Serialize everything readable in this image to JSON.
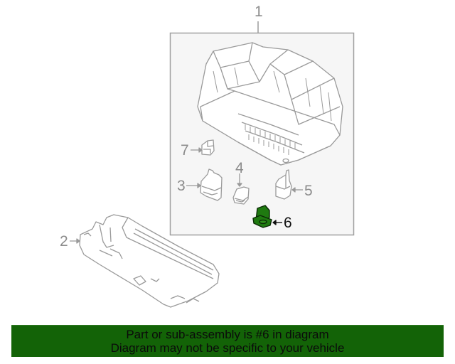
{
  "diagram": {
    "callouts": [
      {
        "id": "1",
        "label": "1"
      },
      {
        "id": "2",
        "label": "2"
      },
      {
        "id": "3",
        "label": "3"
      },
      {
        "id": "4",
        "label": "4"
      },
      {
        "id": "5",
        "label": "5"
      },
      {
        "id": "6",
        "label": "6",
        "highlighted": true
      },
      {
        "id": "7",
        "label": "7"
      }
    ],
    "colors": {
      "line_art": "#9a9a9a",
      "detail_box_border": "#a0a0a0",
      "detail_box_fill": "#f6f6f6",
      "highlight_part": "#1f7a10",
      "highlight_outline": "#0a2a05"
    }
  },
  "banner": {
    "line1": "Part or sub-assembly is #6 in diagram",
    "line2": "Diagram may not be specific to your vehicle",
    "background": "#136307"
  }
}
